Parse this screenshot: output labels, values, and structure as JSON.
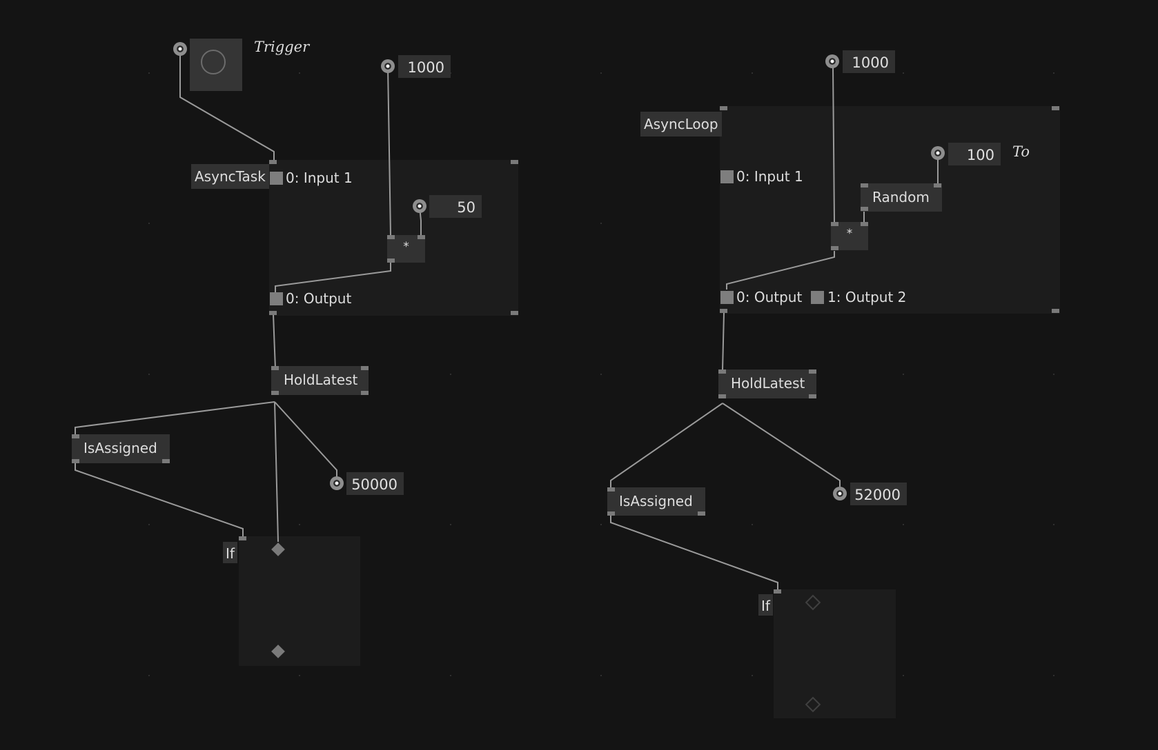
{
  "left_patch": {
    "trigger": {
      "label": "Trigger"
    },
    "input_1000": {
      "value": "1000"
    },
    "input_50": {
      "value": "50"
    },
    "async_task": {
      "title": "AsyncTask",
      "input_label": "0: Input 1",
      "output_label": "0: Output"
    },
    "multiply": {
      "label": "*"
    },
    "hold_latest": {
      "label": "HoldLatest"
    },
    "is_assigned": {
      "label": "IsAssigned"
    },
    "output_value": {
      "value": "50000"
    },
    "if_region": {
      "label": "If"
    }
  },
  "right_patch": {
    "input_1000": {
      "value": "1000"
    },
    "async_loop": {
      "title": "AsyncLoop",
      "input_label": "0: Input 1",
      "output_label_0": "0: Output",
      "output_label_1": "1: Output 2"
    },
    "input_100": {
      "value": "100",
      "label": "To"
    },
    "random": {
      "label": "Random"
    },
    "multiply": {
      "label": "*"
    },
    "hold_latest": {
      "label": "HoldLatest"
    },
    "is_assigned": {
      "label": "IsAssigned"
    },
    "output_value": {
      "value": "52000"
    },
    "if_region": {
      "label": "If"
    }
  },
  "colors": {
    "background": "#141414",
    "region": "#1c1c1c",
    "node": "#323232",
    "wire": "#9a9a9a",
    "port": "#7a7a7a"
  }
}
